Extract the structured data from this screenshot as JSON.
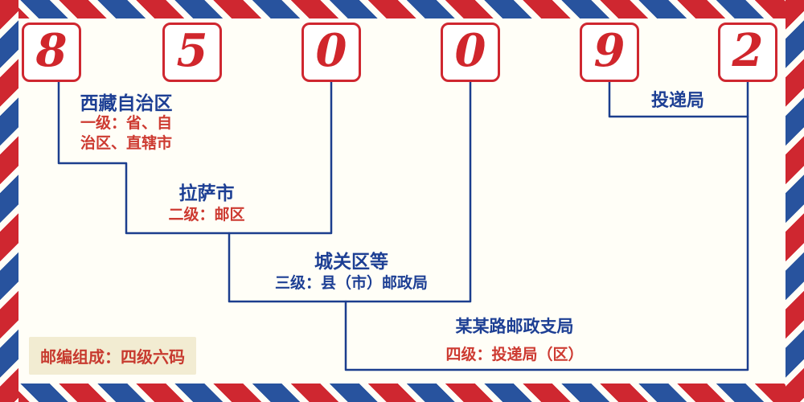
{
  "postal_code": {
    "digits": [
      "8",
      "5",
      "0",
      "0",
      "9",
      "2"
    ]
  },
  "annotations": {
    "level1": {
      "region": "西藏自治区",
      "desc": "一级：省、自治区、直辖市"
    },
    "level2": {
      "region": "拉萨市",
      "desc": "二级：邮区"
    },
    "level3": {
      "region": "城关区等",
      "desc": "三级：县（市）邮政局"
    },
    "level4": {
      "region": "某某路邮政支局",
      "desc": "四级：投递局（区）"
    },
    "delivery_office": {
      "label": "投递局"
    }
  },
  "footer": {
    "note": "邮编组成：四级六码"
  },
  "colors": {
    "digit_red": "#d0262c",
    "box_border_red": "#cf2730",
    "heading_blue": "#1d3f94",
    "desc_red": "#cd3a31",
    "line_blue": "#1c3e8e",
    "stripe_red": "#cf2730",
    "stripe_blue": "#28539e",
    "footer_bg": "#f2ecd2",
    "background": "#fffef7"
  }
}
